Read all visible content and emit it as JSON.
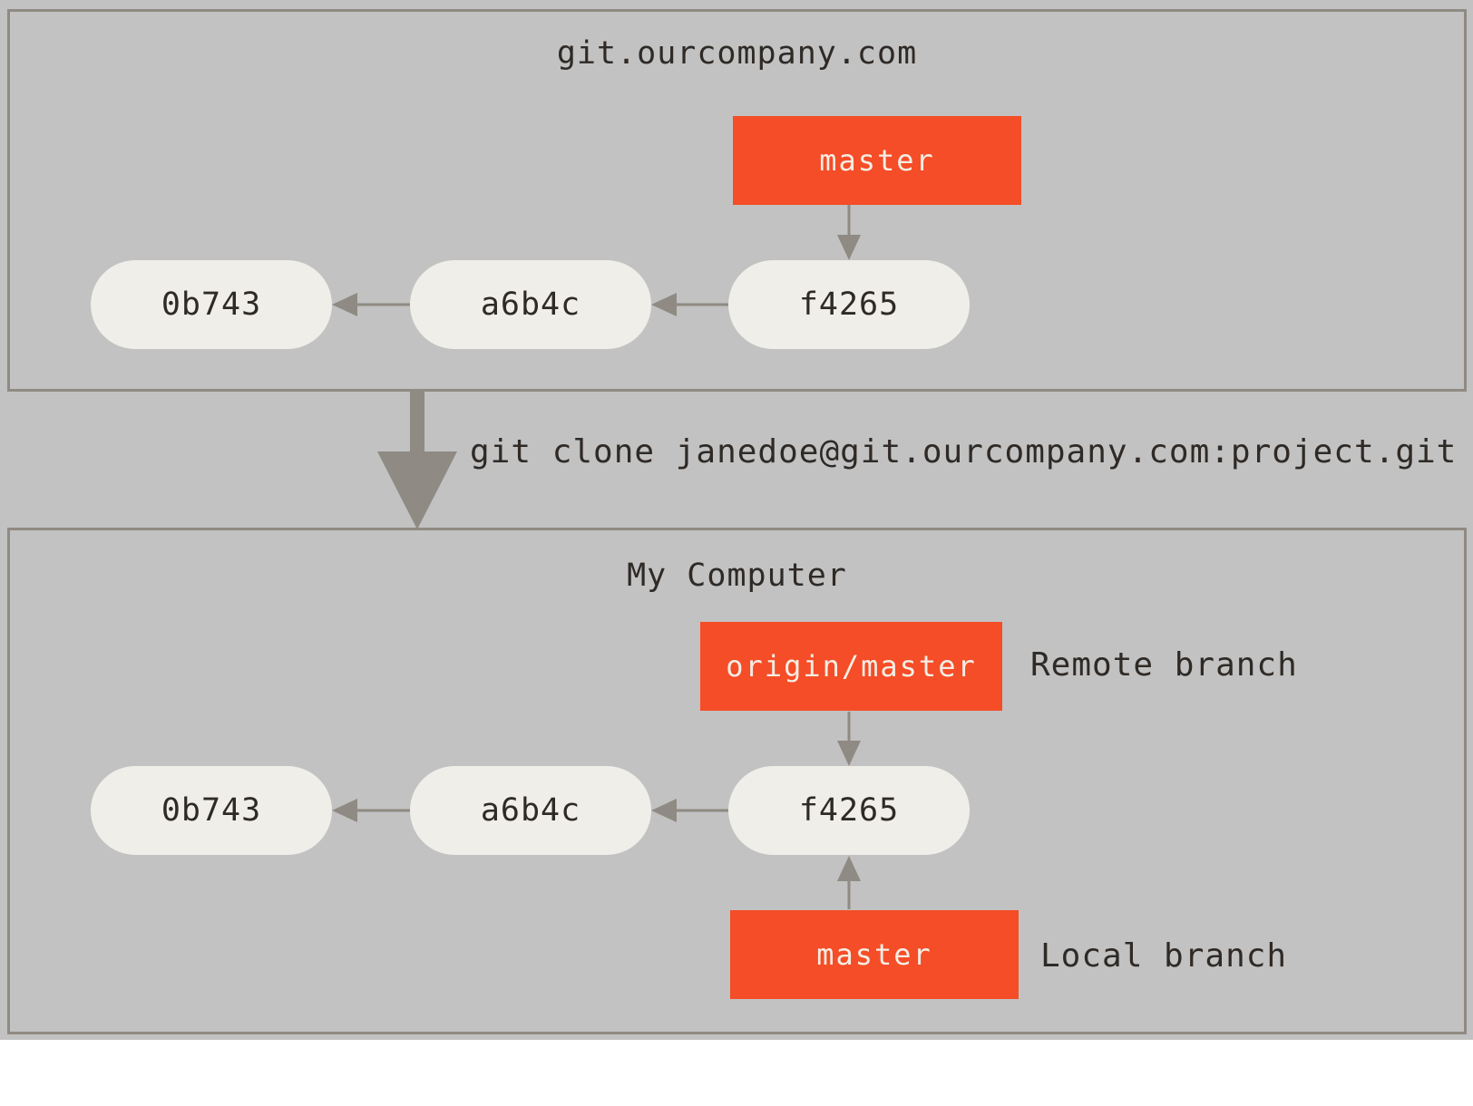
{
  "remote": {
    "title": "git.ourcompany.com",
    "branch_label": "master",
    "commits": [
      "0b743",
      "a6b4c",
      "f4265"
    ]
  },
  "clone_command": "git clone janedoe@git.ourcompany.com:project.git",
  "local": {
    "title": "My Computer",
    "remote_branch_label": "origin/master",
    "remote_branch_note": "Remote branch",
    "local_branch_label": "master",
    "local_branch_note": "Local branch",
    "commits": [
      "0b743",
      "a6b4c",
      "f4265"
    ]
  },
  "colors": {
    "background": "#c2c2c2",
    "panel_border": "#8f8a83",
    "commit_fill": "#efeee9",
    "branch_fill": "#f44d27",
    "branch_text": "#f4ede4",
    "text": "#2f2a26",
    "arrow": "#8f8a83"
  }
}
